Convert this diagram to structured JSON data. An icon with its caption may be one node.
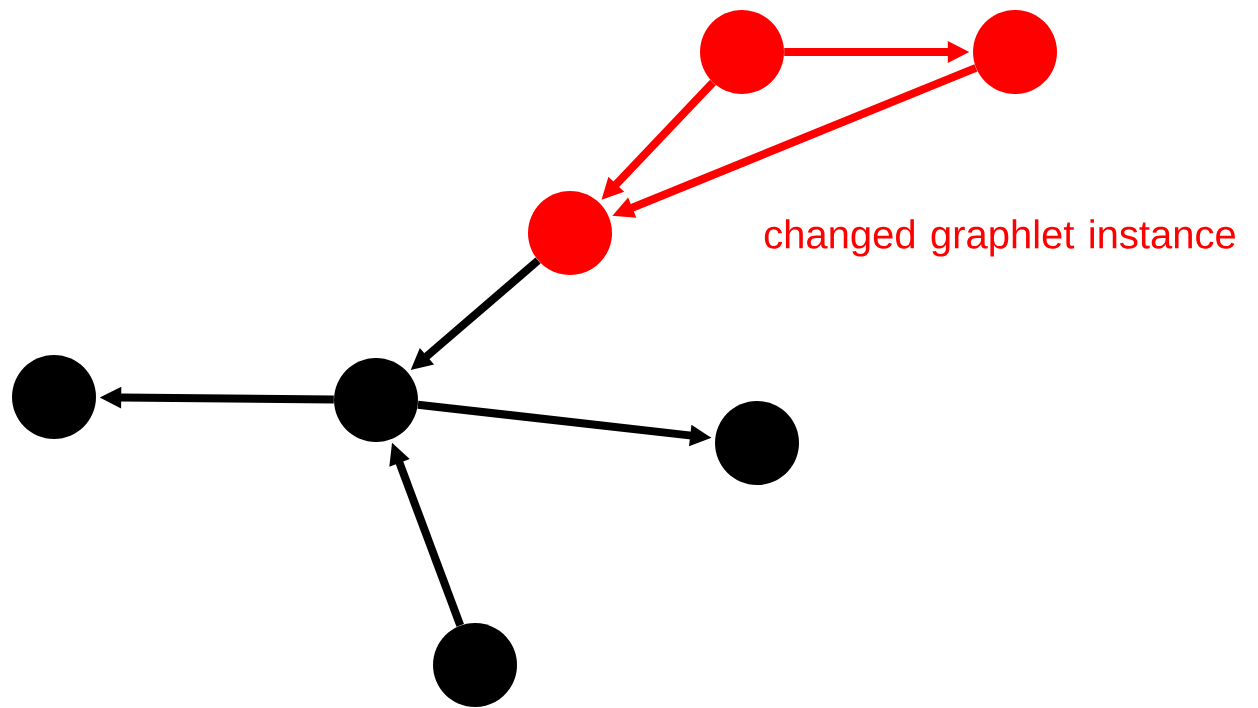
{
  "diagram": {
    "nodes": [
      {
        "text": [],
        "shape": "circle"
      },
      {
        "text": [],
        "shape": "circle"
      },
      {
        "text": [],
        "shape": "circle"
      },
      {
        "text": [],
        "shape": "circle"
      },
      {
        "text": [],
        "shape": "circle"
      },
      {
        "text": [],
        "shape": "circle"
      },
      {
        "text": [],
        "shape": "circle"
      }
    ],
    "edges": [
      {
        "from": 0,
        "to": 1,
        "arrow": "to",
        "color": "#ff0000"
      },
      {
        "from": 0,
        "to": 2,
        "arrow": "to",
        "color": "#ff0000"
      },
      {
        "from": 1,
        "to": 2,
        "arrow": "to",
        "color": "#ff0000"
      },
      {
        "from": 2,
        "to": 4,
        "arrow": "to"
      },
      {
        "from": 4,
        "to": 3,
        "arrow": "to"
      },
      {
        "from": 4,
        "to": 5,
        "arrow": "to"
      },
      {
        "from": 6,
        "to": 4,
        "arrow": "to"
      }
    ],
    "labels": [
      "changed graphlet instance"
    ]
  }
}
